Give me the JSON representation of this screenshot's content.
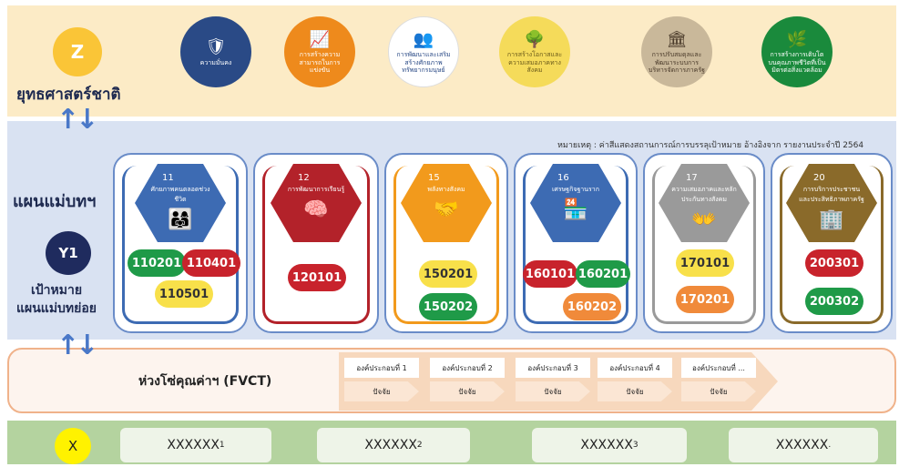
{
  "top": {
    "z_label": "Z",
    "national_strategy": "ยุทธศาสตร์ชาติ",
    "strategies": [
      {
        "title": "ความมั่นคง",
        "color": "#2a4a86",
        "icon": "shield-flag-icon"
      },
      {
        "title": "การสร้างความสามารถในการแข่งขัน",
        "color": "#ee8a1c",
        "icon": "growth-chart-icon"
      },
      {
        "title": "การพัฒนาและเสริมสร้างศักยภาพทรัพยากรมนุษย์",
        "color": "#ffffff",
        "icon": "people-icon"
      },
      {
        "title": "การสร้างโอกาสและความเสมอภาคทางสังคม",
        "color": "#f5db5a",
        "icon": "community-icon"
      },
      {
        "title": "การปรับสมดุลและพัฒนาระบบการบริหารจัดการภาครัฐ",
        "color": "#c9b89a",
        "icon": "government-icon"
      },
      {
        "title": "การสร้างการเติบโตบนคุณภาพชีวิตที่เป็นมิตรต่อสิ่งแวดล้อม",
        "color": "#1a8a3c",
        "icon": "leaf-icon"
      }
    ]
  },
  "mid": {
    "master_plan_label": "แผนแม่บทฯ",
    "y1_label": "Y1",
    "target_label": "เป้าหมาย",
    "subplan_label": "แผนแม่บทย่อย",
    "note": "หมายเหตุ : ค่าสีแสดงสถานการณ์การบรรลุเป้าหมาย อ้างอิงจาก รายงานประจำปี 2564",
    "plans": [
      {
        "num": "11",
        "title": "ศักยภาพคนตลอดช่วงชีวิต",
        "color": "#3d6bb3",
        "targets": [
          {
            "code": "110201",
            "status": "#1f9a48"
          },
          {
            "code": "110401",
            "status": "#c8232c"
          },
          {
            "code": "110501",
            "status": "#f8e04a"
          }
        ]
      },
      {
        "num": "12",
        "title": "การพัฒนาการเรียนรู้",
        "color": "#b3222a",
        "targets": [
          {
            "code": "120101",
            "status": "#c8232c"
          }
        ]
      },
      {
        "num": "15",
        "title": "พลังทางสังคม",
        "color": "#f29a1c",
        "targets": [
          {
            "code": "150201",
            "status": "#f8e04a"
          },
          {
            "code": "150202",
            "status": "#1f9a48"
          }
        ]
      },
      {
        "num": "16",
        "title": "เศรษฐกิจฐานราก",
        "color": "#3d6bb3",
        "targets": [
          {
            "code": "160101",
            "status": "#c8232c"
          },
          {
            "code": "160201",
            "status": "#1f9a48"
          },
          {
            "code": "160202",
            "status": "#f08a3a"
          }
        ]
      },
      {
        "num": "17",
        "title": "ความเสมอภาคและหลักประกันทางสังคม",
        "color": "#9a9a9a",
        "targets": [
          {
            "code": "170101",
            "status": "#f8e04a"
          },
          {
            "code": "170201",
            "status": "#f08a3a"
          }
        ]
      },
      {
        "num": "20",
        "title": "การบริการประชาชนและประสิทธิภาพภาครัฐ",
        "color": "#8a6a2a",
        "targets": [
          {
            "code": "200301",
            "status": "#c8232c"
          },
          {
            "code": "200302",
            "status": "#1f9a48"
          }
        ]
      }
    ]
  },
  "fvct": {
    "label": "ห่วงโซ่คุณค่าฯ (FVCT)",
    "components": [
      {
        "title": "องค์ประกอบที่ 1",
        "factor": "ปัจจัย"
      },
      {
        "title": "องค์ประกอบที่ 2",
        "factor": "ปัจจัย"
      },
      {
        "title": "องค์ประกอบที่ 3",
        "factor": "ปัจจัย"
      },
      {
        "title": "องค์ประกอบที่ 4",
        "factor": "ปัจจัย"
      },
      {
        "title": "องค์ประกอบที่ ...",
        "factor": "ปัจจัย"
      }
    ]
  },
  "bottom": {
    "x_label": "X",
    "projects": [
      {
        "text": "XXXXXX",
        "sub": "1"
      },
      {
        "text": "XXXXXX",
        "sub": "2"
      },
      {
        "text": "XXXXXX",
        "sub": "3"
      },
      {
        "text": "XXXXXX",
        "sub": "."
      }
    ]
  }
}
